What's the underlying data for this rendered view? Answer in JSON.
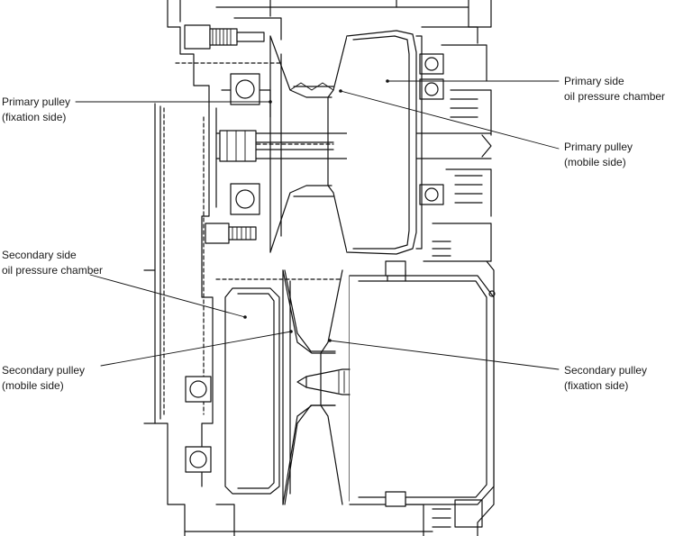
{
  "labels": {
    "primary_fixed": {
      "line1": "Primary pulley",
      "line2": "(fixation side)"
    },
    "primary_chamber": {
      "line1": "Primary side",
      "line2": "oil pressure chamber"
    },
    "primary_mobile": {
      "line1": "Primary pulley",
      "line2": "(mobile side)"
    },
    "secondary_chamber": {
      "line1": "Secondary side",
      "line2": "oil pressure chamber"
    },
    "secondary_mobile": {
      "line1": "Secondary pulley",
      "line2": "(mobile side)"
    },
    "secondary_fixed": {
      "line1": "Secondary pulley",
      "line2": "(fixation side)"
    }
  },
  "colors": {
    "ink": "#111111",
    "paper": "#ffffff"
  }
}
